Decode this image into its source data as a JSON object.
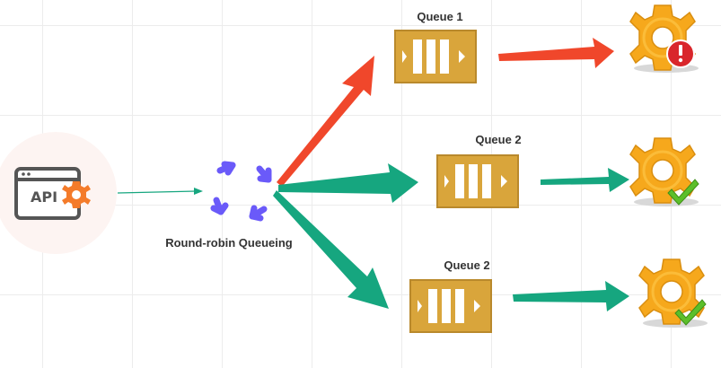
{
  "diagram": {
    "api": {
      "label": "API",
      "icon": "api-gear-icon"
    },
    "balancer": {
      "label": "Round-robin Queueing",
      "icon": "round-robin-arrows-icon"
    },
    "queues": [
      {
        "label": "Queue 1"
      },
      {
        "label": "Queue 2"
      },
      {
        "label": "Queue 2"
      }
    ],
    "workers": [
      {
        "status": "error",
        "icon": "gear-error-icon"
      },
      {
        "status": "ok",
        "icon": "gear-check-icon"
      },
      {
        "status": "ok",
        "icon": "gear-check-icon"
      }
    ]
  },
  "colors": {
    "api": "#555555",
    "api_gear": "#f47b2a",
    "api_bg": "#fdf4f2",
    "balancer": "#6a5af9",
    "queue_fill": "#d9a53b",
    "queue_border": "#b9892c",
    "error_arrow": "#f0472b",
    "ok_arrow": "#16a67f",
    "gear": "#f6a81c",
    "error_badge": "#d9262b",
    "check": "#5cbf2a"
  }
}
